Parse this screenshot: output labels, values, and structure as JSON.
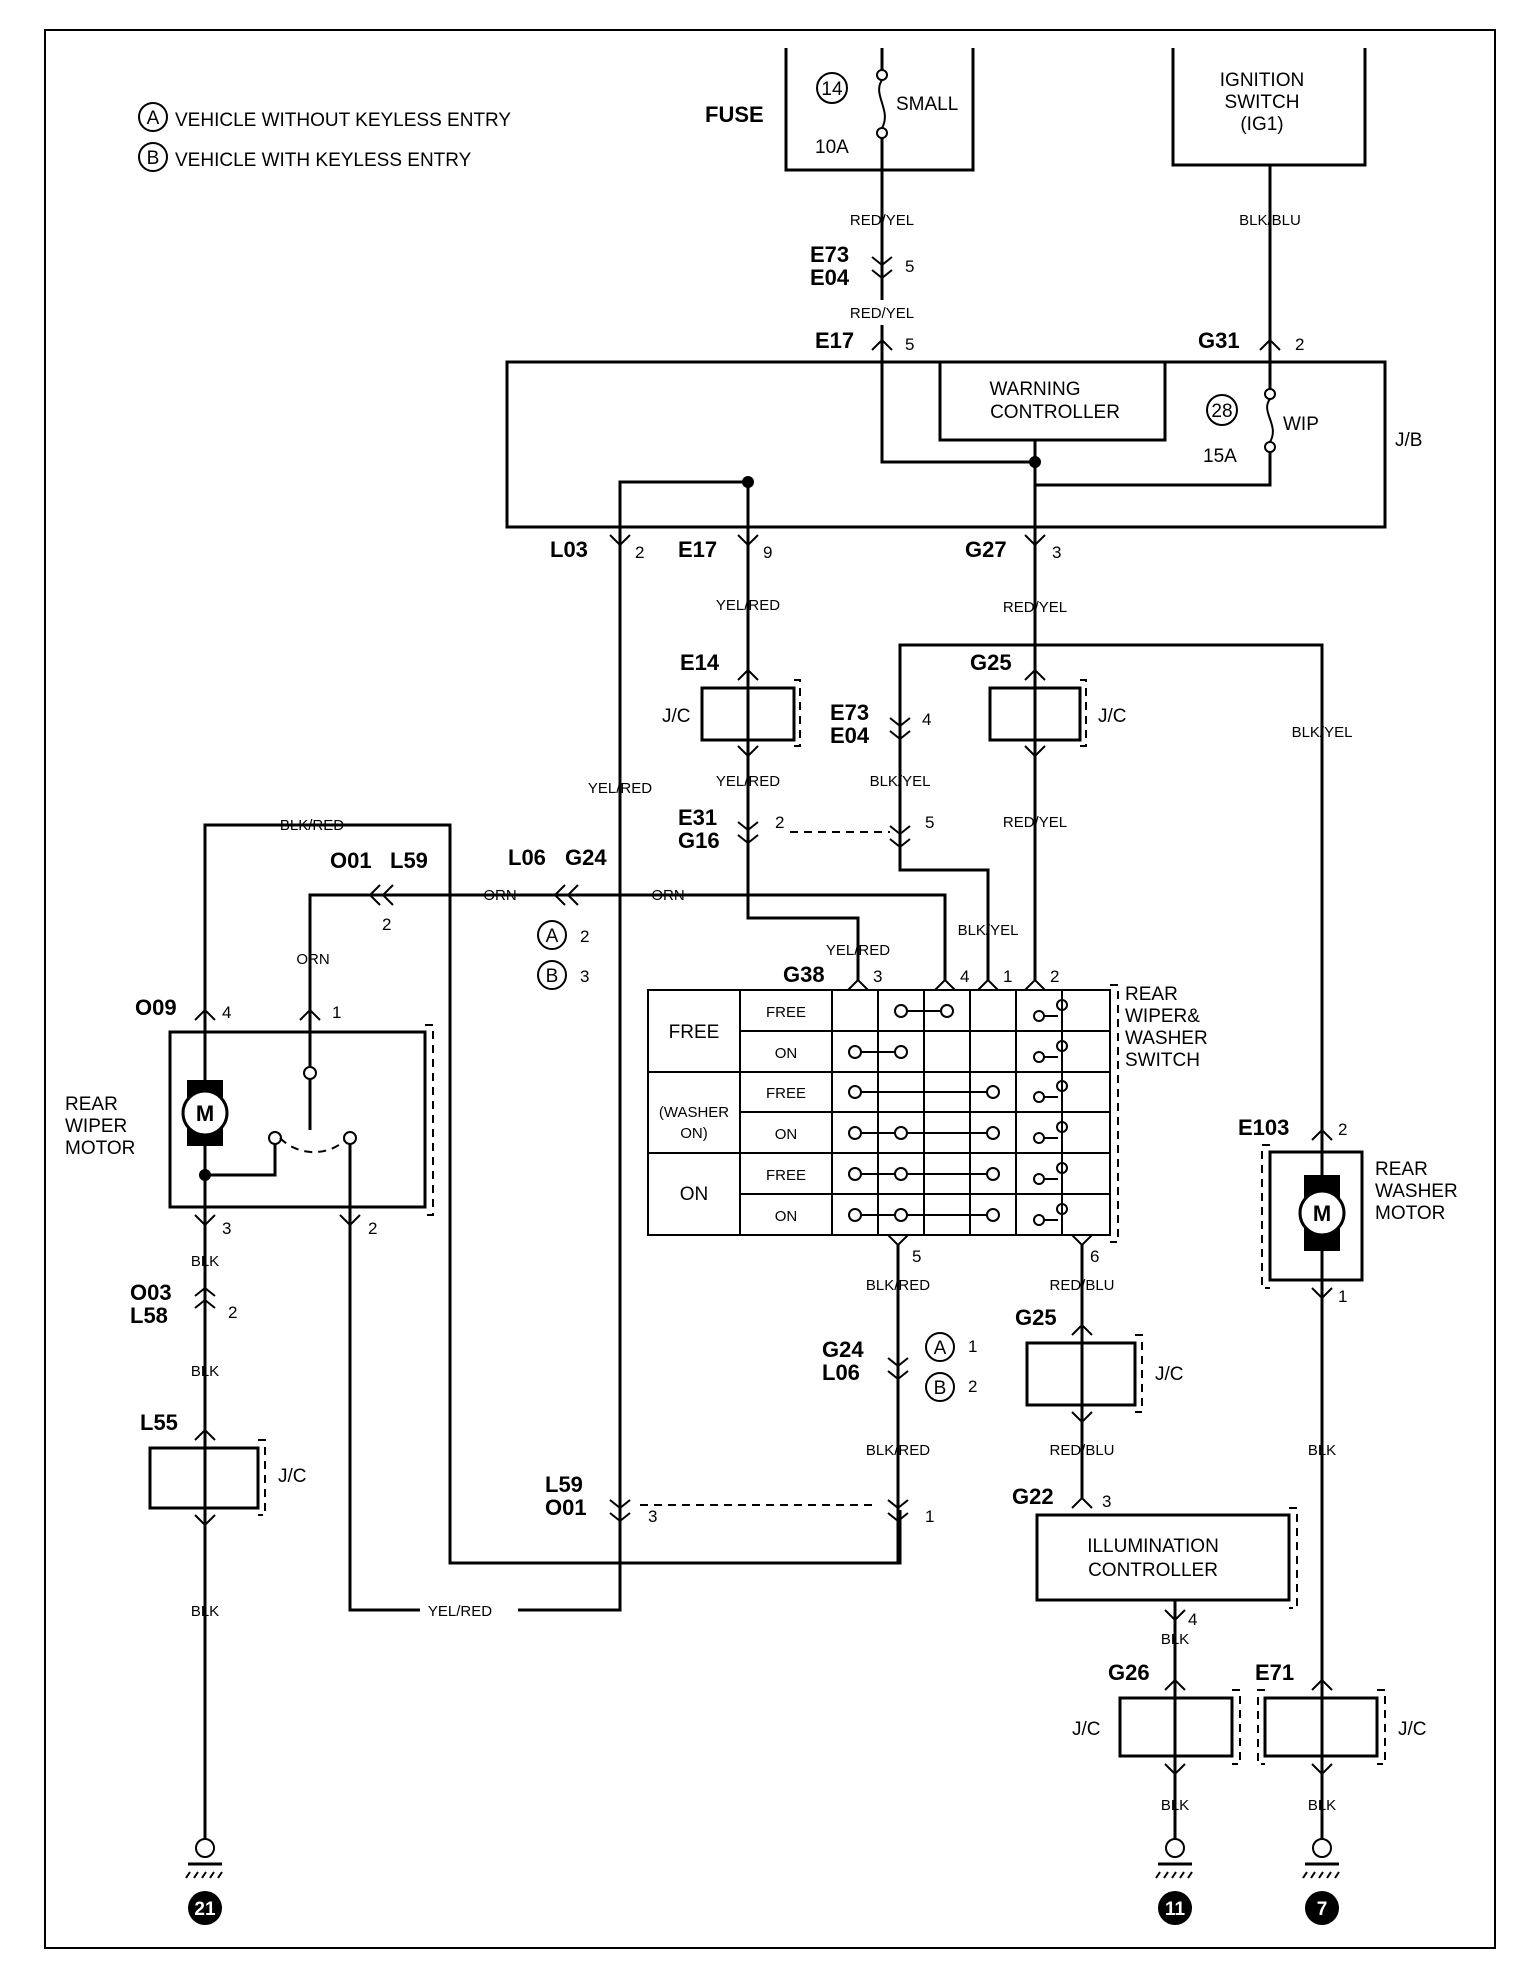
{
  "legend": {
    "a_mark": "A",
    "a_text": "VEHICLE WITHOUT KEYLESS ENTRY",
    "b_mark": "B",
    "b_text": "VEHICLE WITH KEYLESS ENTRY"
  },
  "fuse": {
    "label": "FUSE",
    "number": "14",
    "name": "SMALL",
    "rating": "10A"
  },
  "ignition": {
    "line1": "IGNITION",
    "line2": "SWITCH",
    "line3": "(IG1)"
  },
  "jb": {
    "label": "J/B",
    "warning1": "WARNING",
    "warning2": "CONTROLLER",
    "fuse_number": "28",
    "fuse_name": "WIP",
    "fuse_rating": "15A"
  },
  "connectors": {
    "e73a": "E73",
    "e04a": "E04",
    "e17a": "E17",
    "g31": "G31",
    "l03": "L03",
    "e17b": "E17",
    "g27": "G27",
    "e14": "E14",
    "g25a": "G25",
    "e73b": "E73",
    "e04b": "E04",
    "e31": "E31",
    "g16": "G16",
    "o01a": "O01",
    "l59a": "L59",
    "l06a": "L06",
    "g24a": "G24",
    "o09": "O09",
    "g38": "G38",
    "e103": "E103",
    "o03": "O03",
    "l58": "L58",
    "l55": "L55",
    "g24b": "G24",
    "l06b": "L06",
    "g25b": "G25",
    "g22": "G22",
    "l59b": "L59",
    "o01b": "O01",
    "g26": "G26",
    "e71": "E71"
  },
  "pins": {
    "p5a": "5",
    "p5b": "5",
    "p2g31": "2",
    "p2l03": "2",
    "p9": "9",
    "p3g27": "3",
    "p4e73": "4",
    "p2e31": "2",
    "p5g16": "5",
    "p2o01": "2",
    "pA2": "2",
    "pB3": "3",
    "p4o09": "4",
    "p1o09": "1",
    "p3g38": "3",
    "p4g38": "4",
    "p1g38": "1",
    "p2g38": "2",
    "p3o09": "3",
    "p2o09b": "2",
    "p5sw": "5",
    "p6sw": "6",
    "p2e103": "2",
    "p1e103": "1",
    "p2o03": "2",
    "pA1": "1",
    "pB2": "2",
    "p3g22": "3",
    "p4g22": "4",
    "p3l59": "3",
    "p1l59": "1"
  },
  "wires": {
    "red_yel_1": "RED/YEL",
    "red_yel_2": "RED/YEL",
    "blk_blu": "BLK/BLU",
    "yel_red_1": "YEL/RED",
    "red_yel_3": "RED/YEL",
    "yel_red_2": "YEL/RED",
    "yel_red_3": "YEL/RED",
    "blk_yel_1": "BLK/YEL",
    "red_yel_4": "RED/YEL",
    "blk_yel_2": "BLK/YEL",
    "blk_red_1": "BLK/RED",
    "orn_1": "ORN",
    "orn_2": "ORN",
    "orn_3": "ORN",
    "yel_red_4": "YEL/RED",
    "blk_yel_3": "BLK/YEL",
    "blk_1": "BLK",
    "blk_2": "BLK",
    "blk_red_2": "BLK/RED",
    "red_blu_1": "RED/BLU",
    "blk_red_3": "BLK/RED",
    "red_blu_2": "RED/BLU",
    "blk_3": "BLK",
    "blk_4": "BLK",
    "blk_5": "BLK",
    "yel_red_5": "YEL/RED",
    "blk_6": "BLK",
    "blk_7": "BLK"
  },
  "jc": {
    "e14": "J/C",
    "g25a": "J/C",
    "l55": "J/C",
    "g25b": "J/C",
    "g26": "J/C",
    "e71": "J/C"
  },
  "wiper_motor": {
    "line1": "REAR",
    "line2": "WIPER",
    "line3": "MOTOR",
    "symbol": "M"
  },
  "washer_motor": {
    "line1": "REAR",
    "line2": "WASHER",
    "line3": "MOTOR",
    "symbol": "M"
  },
  "switch": {
    "line1": "REAR",
    "line2": "WIPER&",
    "line3": "WASHER",
    "line4": "SWITCH",
    "groups": [
      "FREE",
      "(WASHER",
      "ON)",
      "ON"
    ],
    "rows": [
      "FREE",
      "ON",
      "FREE",
      "ON",
      "FREE",
      "ON"
    ]
  },
  "illumination": {
    "line1": "ILLUMINATION",
    "line2": "CONTROLLER"
  },
  "grounds": {
    "g21": "21",
    "g11": "11",
    "g7": "7"
  }
}
